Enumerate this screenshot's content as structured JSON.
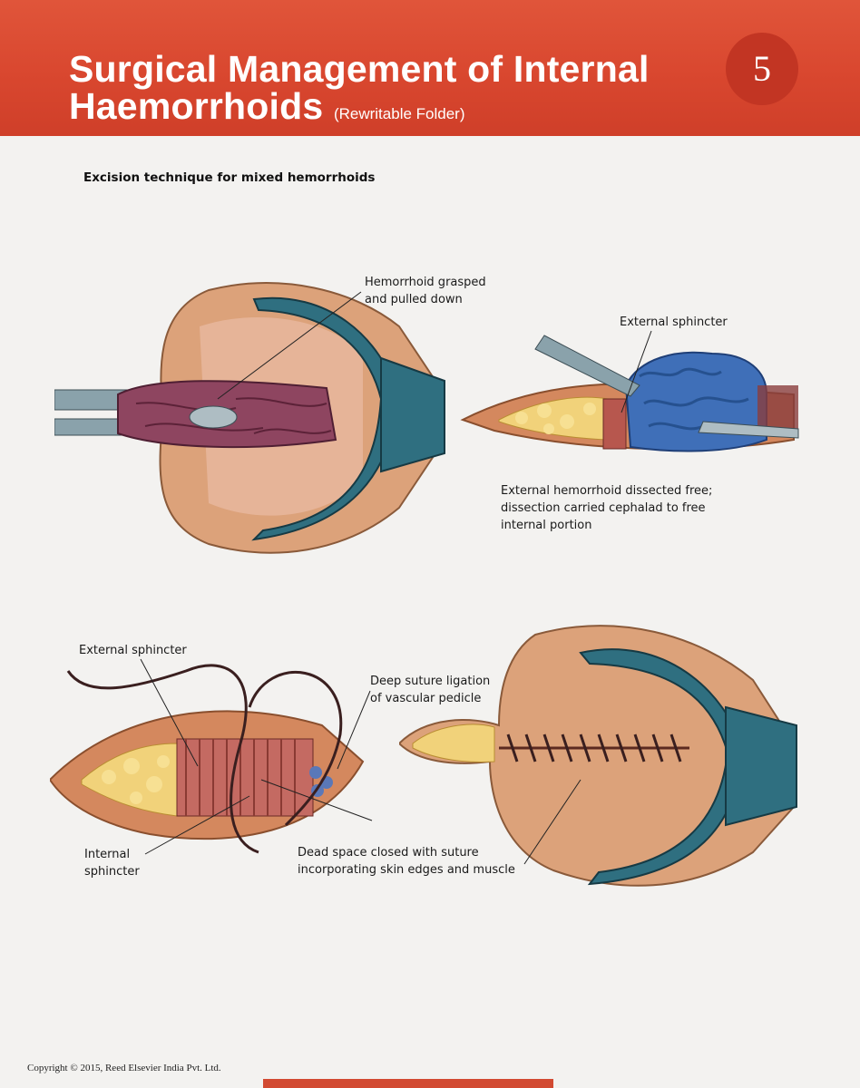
{
  "header": {
    "title_line1": "Surgical Management of Internal",
    "title_line2": "Haemorrhoids",
    "subtitle": "(Rewritable Folder)",
    "badge_number": "5",
    "background_color": "#d9472f"
  },
  "section": {
    "heading": "Excision technique for mixed hemorrhoids"
  },
  "labels": {
    "grasped": [
      "Hemorrhoid grasped",
      "and pulled down"
    ],
    "external_sphincter_top": "External sphincter",
    "dissected": [
      "External hemorrhoid dissected free;",
      "dissection carried cephalad to free",
      "internal portion"
    ],
    "external_sphincter_bottom": "External sphincter",
    "deep_suture": [
      "Deep suture ligation",
      "of vascular pedicle"
    ],
    "internal_sphincter": [
      "Internal",
      "sphincter"
    ],
    "dead_space": [
      "Dead space closed with suture",
      "incorporating skin edges and muscle"
    ]
  },
  "footer": {
    "copyright": "Copyright © 2015, Reed Elsevier India Pvt. Ltd."
  }
}
